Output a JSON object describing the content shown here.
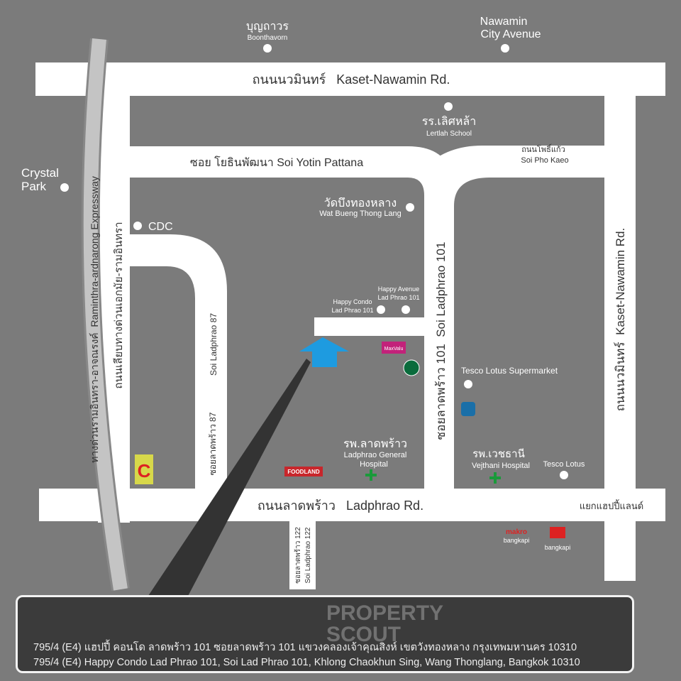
{
  "map": {
    "background_color": "#7b7b7b",
    "road_color": "#ffffff",
    "expressway_color": "#c4c4c4",
    "marker_color": "#1e9be0",
    "roads": {
      "kaset_nawamin_top": "ถนนนวมินทร์   Kaset-Nawamin Rd.",
      "kaset_nawamin_right": "ถนนนวมินทร์  Kaset-Nawamin Rd.",
      "soi_yotin": "ซอย โยธินพัฒนา Soi Yotin Pattana",
      "soi_pho_kaeo_th": "ถนนโพธิ์แก้ว",
      "soi_pho_kaeo_en": "Soi Pho Kaeo",
      "soi_ladphrao_101": "ซอยลาดพร้าว 101  Soi Ladphrao 101",
      "ladphrao": "ถนนลาดพร้าว   Ladphrao Rd.",
      "happyland_junction": "แยกแฮปปี้แลนด์",
      "soi_ladphrao_87_en": "Soi Ladphrao 87",
      "soi_ladphrao_87_th": "ซอยลาดพร้าว 87",
      "soi_ladphrao_122_th": "ซอยลาดพร้าว 122",
      "soi_ladphrao_122_en": "Soi Ladphrao 122",
      "expressway": "ทางด่วนรามอินทรา-อาจณรงค์  Raminthra-ardnarong Expressway",
      "left_road": "ถนนเลียบทางด่วนเอกมัย-รามอินทรา"
    },
    "places": {
      "boonthavorn_th": "บุญถาวร",
      "boonthavorn_en": "Boonthavorn",
      "nawamin_city_1": "Nawamin",
      "nawamin_city_2": "City Avenue",
      "lertlah_th": "รร.เลิศหล้า",
      "lertlah_en": "Lertlah School",
      "crystal_1": "Crystal",
      "crystal_2": "Park",
      "wat_th": "วัดบึงทองหลาง",
      "wat_en": "Wat Bueng Thong Lang",
      "cdc": "CDC",
      "happy_condo_1": "Happy Condo",
      "happy_condo_2": "Lad Phrao 101",
      "happy_avenue_1": "Happy Avenue",
      "happy_avenue_2": "Lad Phrao 101",
      "maxvalu": "MaxValu",
      "tesco_super": "Tesco Lotus Supermarket",
      "hosp_ladphrao_th": "รพ.ลาดพร้าว",
      "hosp_ladphrao_en1": "Ladphrao General",
      "hosp_ladphrao_en2": "Hospital",
      "vejthani_th": "รพ.เวชธานี",
      "vejthani_en": "Vejthani Hospital",
      "tesco_lotus": "Tesco Lotus",
      "foodland": "FOODLAND",
      "bigc": "C",
      "makro": "makro",
      "makro_sub": "bangkapi",
      "homepro_sub": "bangkapi"
    }
  },
  "watermark": {
    "line1": "PROPERTY",
    "line2": "SCOUT"
  },
  "address": {
    "thai": "795/4 (E4) แฮปปี้ คอนโด ลาดพร้าว 101  ซอยลาดพร้าว 101  แขวงคลองเจ้าคุณสิงห์ เขตวังทองหลาง กรุงเทพมหานคร 10310",
    "english": "795/4 (E4) Happy Condo Lad Phrao 101, Soi Lad Phrao 101, Khlong Chaokhun Sing, Wang Thonglang, Bangkok 10310"
  }
}
